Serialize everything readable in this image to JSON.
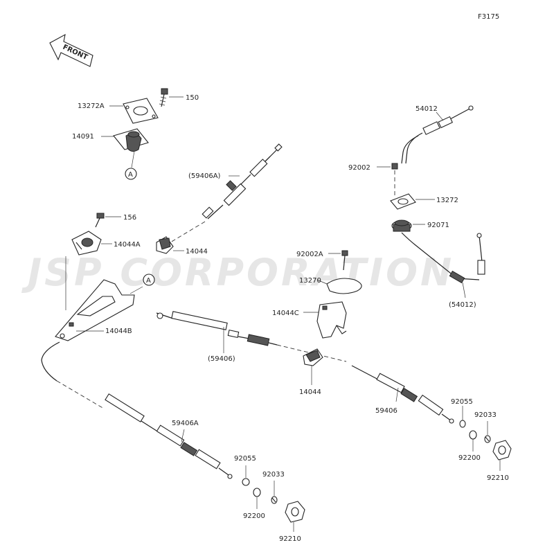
{
  "diagram_code": "F3175",
  "front_label": "FRONT",
  "watermark": "JSP CORPORATION",
  "ref_marker": "A",
  "parts": {
    "p13272A": "13272A",
    "p150": "150",
    "p14091": "14091",
    "p59406A_top": "(59406A)",
    "p156": "156",
    "p14044A": "14044A",
    "p14044_left": "14044",
    "p14044B": "14044B",
    "p54012_top": "54012",
    "p92002": "92002",
    "p13272": "13272",
    "p92071": "92071",
    "p54012_bottom": "(54012)",
    "p92002A": "92002A",
    "p13270": "13270",
    "p14044C": "14044C",
    "p59406_mid": "(59406)",
    "p14044_mid": "14044",
    "p59406_right": "59406",
    "p92055_right": "92055",
    "p92033_right": "92033",
    "p92200_right": "92200",
    "p92210_right": "92210",
    "p59406A_bottom": "59406A",
    "p92055_bottom": "92055",
    "p92033_bottom": "92033",
    "p92200_bottom": "92200",
    "p92210_bottom": "92210"
  }
}
